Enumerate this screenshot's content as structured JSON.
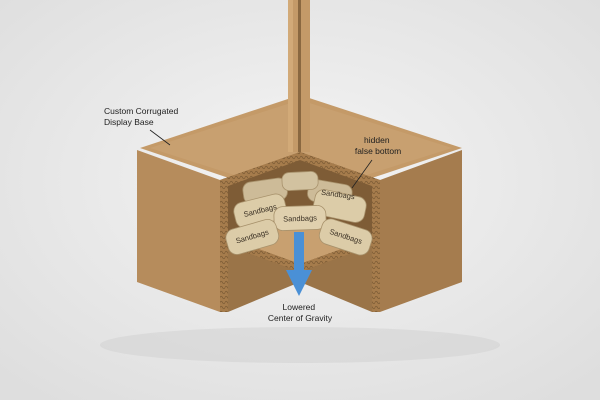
{
  "labels": {
    "display_base": [
      "Custom Corrugated",
      "Display Base"
    ],
    "false_bottom": [
      "hidden",
      "false bottom"
    ],
    "center_of_gravity": [
      "Lowered",
      "Center of Gravity"
    ]
  },
  "sandbag_label": "Sandbags",
  "colors": {
    "cardboard": "#b68c5c",
    "cardboard_light": "#c8a070",
    "cardboard_dark": "#9a7448",
    "sandbag": "#d8c8a8",
    "arrow": "#4a90d6",
    "background": "#ececec"
  }
}
